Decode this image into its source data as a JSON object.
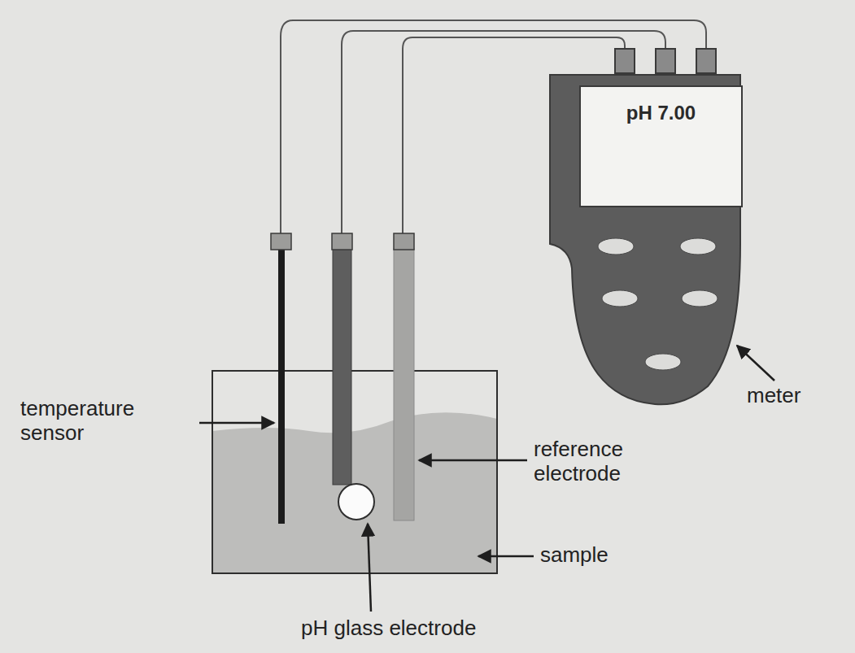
{
  "diagram": {
    "nodes": [
      {
        "text": [
          "pH 7.00"
        ]
      }
    ],
    "labels": [
      "temperature sensor",
      "reference electrode",
      "sample",
      "pH glass electrode",
      "meter"
    ]
  }
}
